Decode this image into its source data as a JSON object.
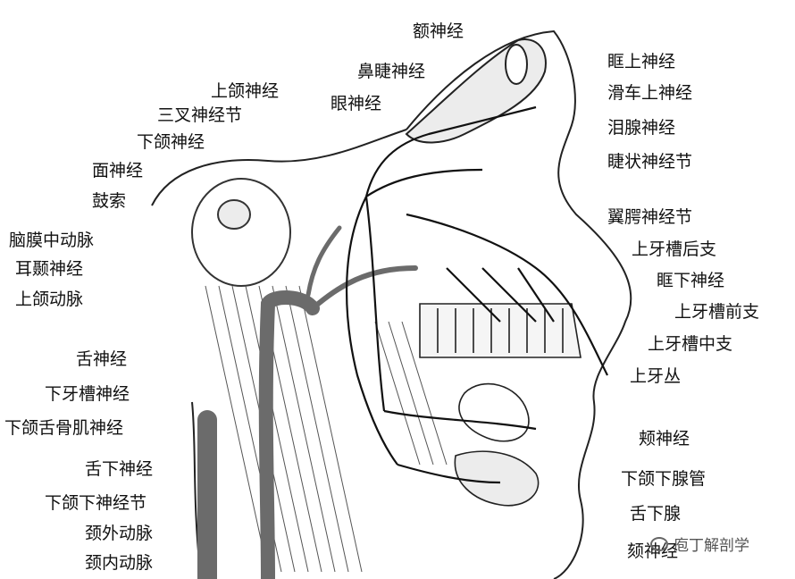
{
  "labels": {
    "frontal_nerve": "额神经",
    "supraorbital_nerve": "眶上神经",
    "nasociliary_nerve": "鼻睫神经",
    "supratrochlear_nerve": "滑车上神经",
    "maxillary_nerve": "上颌神经",
    "ophthalmic_nerve": "眼神经",
    "lacrimal_nerve": "泪腺神经",
    "trigeminal_ganglion": "三叉神经节",
    "ciliary_ganglion": "睫状神经节",
    "mandibular_nerve": "下颌神经",
    "facial_nerve": "面神经",
    "chorda_tympani": "鼓索",
    "pterygopalatine_ganglion": "翼腭神经节",
    "middle_meningeal_artery": "脑膜中动脉",
    "posterior_superior_alveolar": "上牙槽后支",
    "auriculotemporal_nerve": "耳颞神经",
    "infraorbital_nerve": "眶下神经",
    "maxillary_artery": "上颌动脉",
    "anterior_superior_alveolar": "上牙槽前支",
    "middle_superior_alveolar": "上牙槽中支",
    "lingual_nerve": "舌神经",
    "superior_dental_plexus": "上牙丛",
    "inferior_alveolar_nerve": "下牙槽神经",
    "mylohyoid_nerve": "下颌舌骨肌神经",
    "buccal_nerve": "颊神经",
    "hypoglossal_nerve": "舌下神经",
    "submandibular_duct": "下颌下腺管",
    "submandibular_ganglion": "下颌下神经节",
    "sublingual_gland": "舌下腺",
    "external_carotid": "颈外动脉",
    "mental_nerve": "颏神经",
    "internal_carotid": "颈内动脉"
  },
  "watermark": "庖丁解剖学",
  "colors": {
    "ink": "#111111",
    "vessel": "#6b6b6b",
    "bone": "#ececec"
  }
}
